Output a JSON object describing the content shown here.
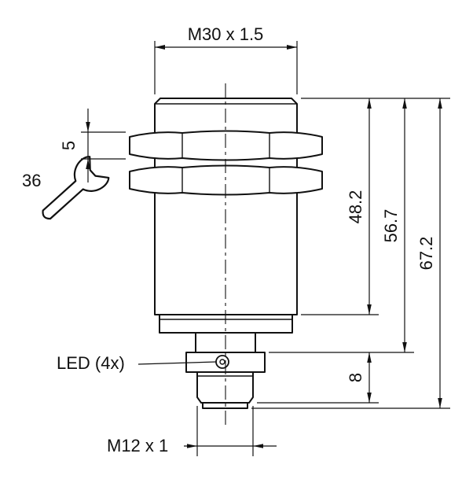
{
  "colors": {
    "ink": "#111111",
    "paper": "#ffffff"
  },
  "labels": {
    "top_thread": "M30 x 1.5",
    "nut_thickness": "5",
    "wrench_size": "36",
    "led": "LED (4x)",
    "length_body": "48.2",
    "length_to_collar": "56.7",
    "length_total": "67.2",
    "connector_height": "8",
    "bottom_thread": "M12 x 1"
  }
}
